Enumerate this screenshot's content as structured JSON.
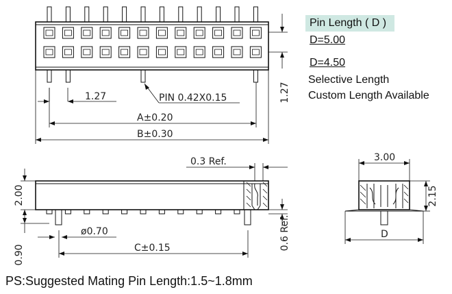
{
  "panel": {
    "heading": "Pin Length ( D )",
    "option_1": "D=5.00",
    "option_2": "D=4.50",
    "note_1": "Selective Length",
    "note_2": "Custom Length Available"
  },
  "dimensions": {
    "pitch": "1.27",
    "pitch_vertical": "1.27",
    "pin_size": "PIN  0.42X0.15",
    "dim_a": "A±0.20",
    "dim_b": "B±0.30",
    "ref_top": "0.3  Ref.",
    "height": "2.00",
    "pin_dia": "ø0.70",
    "dim_c": "C±0.15",
    "standoff": "0.90",
    "ref_side": "0.6  Ref.",
    "width": "3.00",
    "side_height": "2.15",
    "side_pin_length": "D"
  },
  "footer": {
    "note": "PS:Suggested Mating Pin Length:1.5~1.8mm"
  }
}
